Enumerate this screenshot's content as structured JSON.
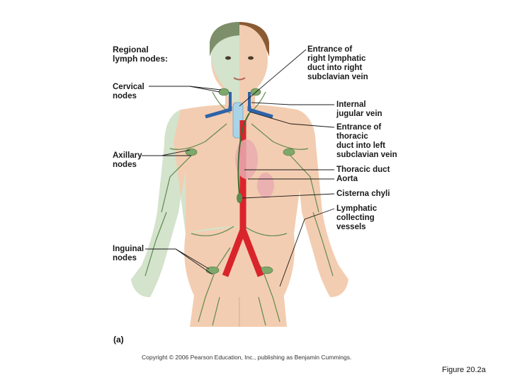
{
  "diagram": {
    "left_labels": [
      {
        "id": "regional",
        "text": "Regional\nlymph nodes:"
      },
      {
        "id": "cervical",
        "text": "Cervical\nnodes"
      },
      {
        "id": "axillary",
        "text": "Axillary\nnodes"
      },
      {
        "id": "inguinal",
        "text": "Inguinal\nnodes"
      }
    ],
    "right_labels": [
      {
        "id": "right-lymph-duct",
        "text": "Entrance of\nright lymphatic\nduct into right\nsubclavian vein"
      },
      {
        "id": "internal-jugular",
        "text": "Internal\njugular vein"
      },
      {
        "id": "thoracic-entrance",
        "text": "Entrance of\nthoracic\nduct into left\nsubclavian vein"
      },
      {
        "id": "thoracic-duct",
        "text": "Thoracic duct"
      },
      {
        "id": "aorta",
        "text": "Aorta"
      },
      {
        "id": "cisterna",
        "text": "Cisterna chyli"
      },
      {
        "id": "collecting",
        "text": "Lymphatic\ncollecting\nvessels"
      }
    ],
    "panel_label": "(a)",
    "copyright": "Copyright © 2006 Pearson Education, Inc., publishing as Benjamin Cummings.",
    "figure_caption": "Figure 20.2a",
    "colors": {
      "skin": "#f3cdb1",
      "lymph_region": "#cfe6cf",
      "vessel": "#5f8a4f",
      "artery": "#d9242b",
      "vein": "#2e63a8",
      "hair": "#8a5a33"
    }
  }
}
